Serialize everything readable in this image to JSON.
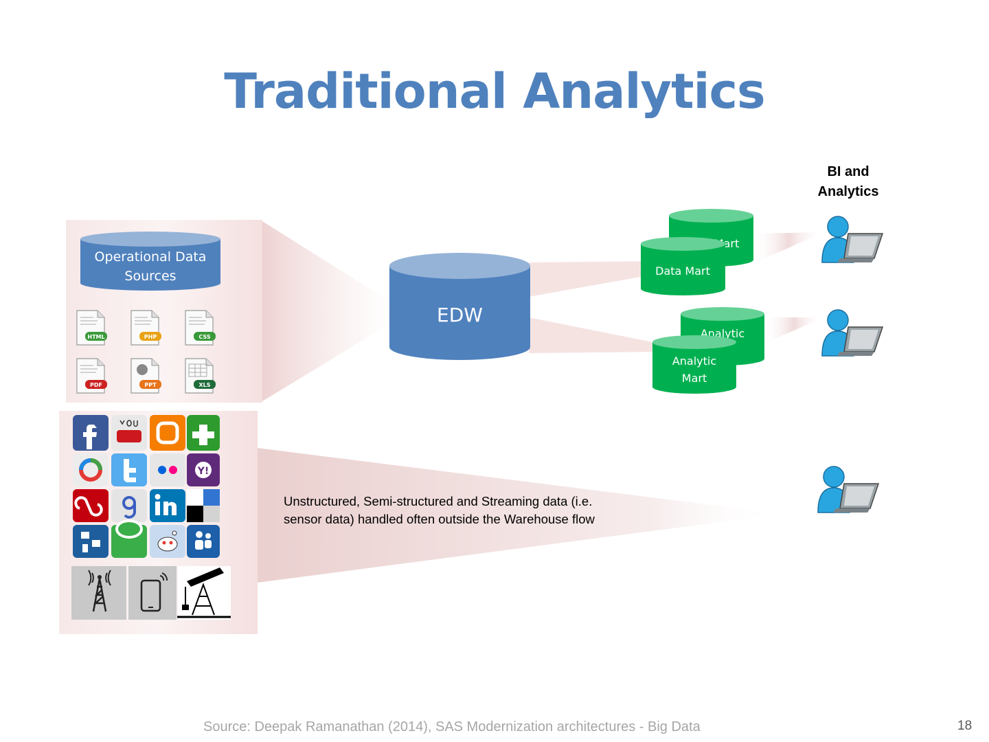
{
  "slide": {
    "title": "Traditional Analytics",
    "page_number": "18",
    "source": "Source: Deepak Ramanathan (2014), SAS Modernization architectures - Big Data"
  },
  "diagram": {
    "bi_heading": "BI and Analytics",
    "operational_sources_label_line1": "Operational Data",
    "operational_sources_label_line2": "Sources",
    "edw_label": "EDW",
    "data_mart_back_label": "Mart",
    "data_mart_front_label": "Data Mart",
    "analytic_mart_back_label": "Analytic",
    "analytic_mart_front_line1": "Analytic",
    "analytic_mart_front_line2": "Mart",
    "unstructured_text": "Unstructured, Semi-structured and Streaming data (i.e. sensor data) handled often outside the Warehouse flow",
    "file_types": [
      "HTML",
      "PHP",
      "CSS",
      "PDF",
      "PPT",
      "XLS"
    ],
    "colors": {
      "title": "#4f81bd",
      "edw": "#4f81bd",
      "mart": "#00b050",
      "funnel": "#f2dcdb",
      "user": "#29a6e0"
    }
  }
}
